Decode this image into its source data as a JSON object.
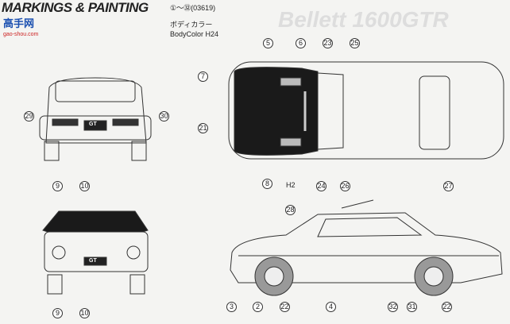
{
  "header": {
    "title": "MARKINGS & PAINTING",
    "range": "①～㉜(03619)",
    "body_color_jp": "ボディカラー",
    "body_color": "BodyColor H24",
    "bg_title": "Bellett 1600GTR"
  },
  "watermark": {
    "logo": "高手网",
    "url": "gao-shou.com"
  },
  "callouts": {
    "top": [
      "5",
      "6",
      "23",
      "25",
      "7",
      "21",
      "8",
      "H2",
      "24",
      "26",
      "27"
    ],
    "rear": [
      "29",
      "30",
      "9",
      "10"
    ],
    "front": [
      "9",
      "10"
    ],
    "side": [
      "28",
      "3",
      "2",
      "22",
      "4",
      "32",
      "31",
      "22"
    ]
  },
  "plates": {
    "rear": "GT",
    "front": "GT"
  },
  "colors": {
    "line": "#333333",
    "hood": "#1a1a1a"
  }
}
